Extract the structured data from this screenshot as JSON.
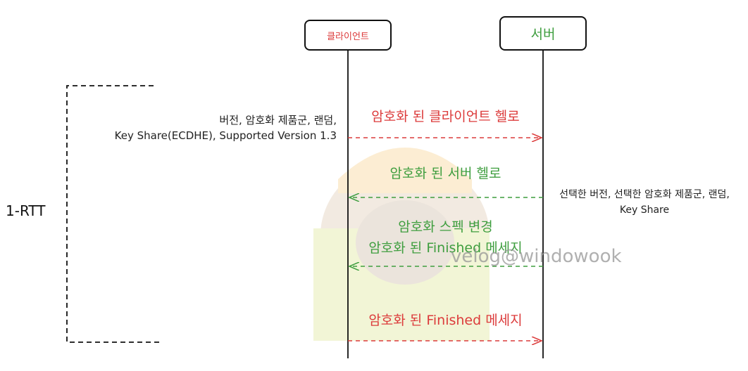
{
  "participants": {
    "client": "클라이언트",
    "server": "서버"
  },
  "bracket_label": "1-RTT",
  "client_note": {
    "line1": "버전, 암호화 제품군, 랜덤,",
    "line2": "Key Share(ECDHE), Supported Version 1.3"
  },
  "server_note": {
    "line1": "선택한 버전, 선택한 암호화 제품군, 랜덤,",
    "line2": "Key Share"
  },
  "messages": [
    {
      "text": "암호화 된 클라이언트 헬로",
      "direction": "client-to-server",
      "color": "#dc3b3b"
    },
    {
      "text": "암호화 된 서버 헬로",
      "direction": "server-to-client",
      "color": "#3f9e3f"
    },
    {
      "text": "암호화 스펙 변경",
      "direction": "server-to-client",
      "color": "#3f9e3f"
    },
    {
      "text": "암호화 된 Finished 메세지",
      "direction": "server-to-client",
      "color": "#3f9e3f"
    },
    {
      "text": "암호화 된 Finished 메세지",
      "direction": "client-to-server",
      "color": "#dc3b3b"
    }
  ],
  "watermark": "velog@windowook",
  "colors": {
    "client_accent": "#dc3b3b",
    "server_accent": "#3f9e3f",
    "line": "#111111"
  }
}
